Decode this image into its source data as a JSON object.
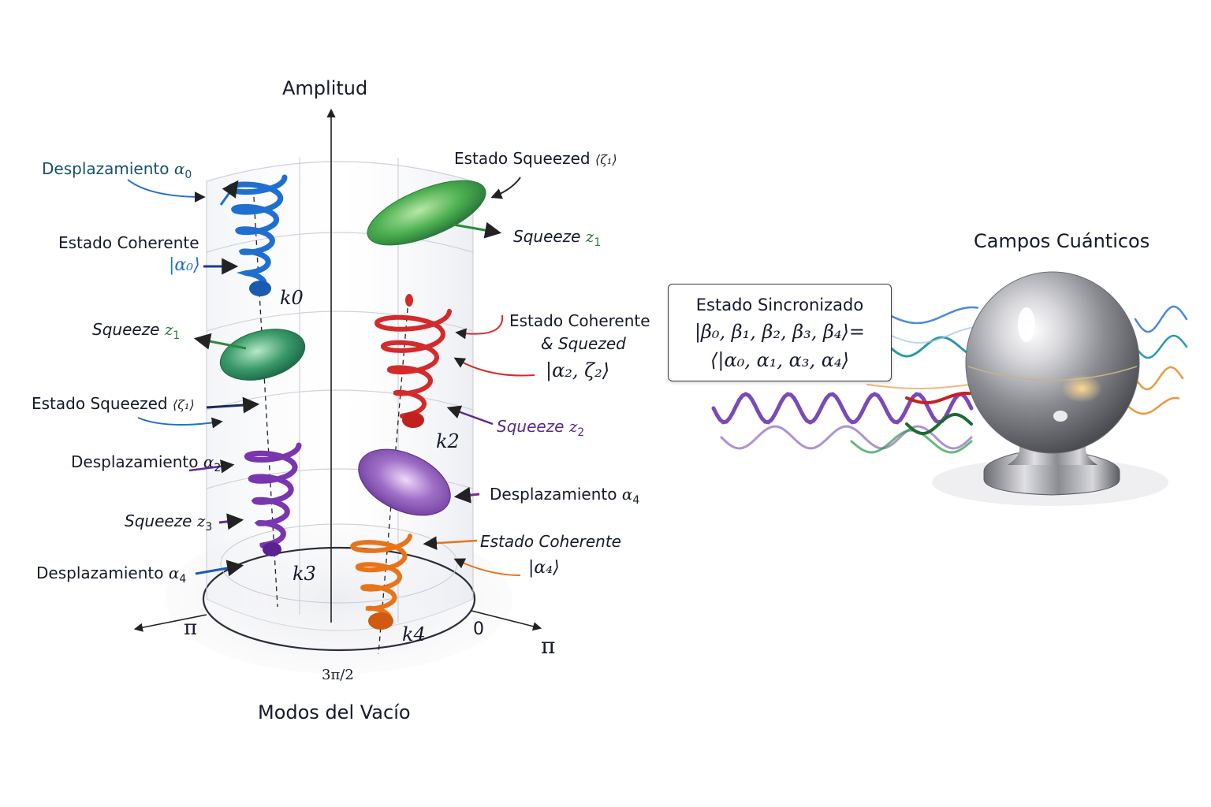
{
  "axes": {
    "vertical_label": "Amplitud",
    "horizontal_label": "Modos del Vacío",
    "left_pi": "π",
    "right_pi": "π",
    "zero": "0",
    "three_pi_half": "3π/2"
  },
  "modes": [
    {
      "id": "k0",
      "label": "k0",
      "shape": "helix",
      "color": "#1f6fd0"
    },
    {
      "id": "k1",
      "label": "",
      "shape": "ellipsoid",
      "color": "#3aa35a"
    },
    {
      "id": "k2",
      "label": "k2",
      "shape": "helix",
      "color": "#d42a2a"
    },
    {
      "id": "k3",
      "label": "k3",
      "shape": "helix",
      "color": "#7a35b0"
    },
    {
      "id": "k4",
      "label": "k4",
      "shape": "helix",
      "color": "#e8741a"
    }
  ],
  "annotations": {
    "desplazamiento_a0": {
      "text": "Desplazamiento",
      "sym": "α",
      "sub": "0",
      "color": "#17506a"
    },
    "coherente_a0": {
      "text": "Estado Coherente",
      "ket": "|α₀⟩",
      "color": "#1f6fd0"
    },
    "squeeze_z1_left": {
      "text": "Squeeze",
      "sym": "z",
      "sub": "1",
      "color": "#2e7d3a"
    },
    "squeezed_left": {
      "text": "Estado Squeezed",
      "ket": "⟨ζ₁⟩"
    },
    "desplazamiento_a2": {
      "text": "Desplazamiento",
      "sym": "α",
      "sub": "2"
    },
    "squeeze_z3": {
      "text": "Squeeze",
      "sym": "z",
      "sub": "3"
    },
    "desplazamiento_a4_left": {
      "text": "Desplazamiento",
      "sym": "α",
      "sub": "4"
    },
    "squeezed_top_right": {
      "text": "Estado Squeezed",
      "ket": "⟨ζ₁⟩"
    },
    "squeeze_z1_right": {
      "text": "Squeeze",
      "sym": "z",
      "sub": "1",
      "color": "#2e7d3a"
    },
    "coherente_squeezed": {
      "line1": "Estado Coherente",
      "line2": "& Squezed",
      "ket": "|α₂, ζ₂⟩"
    },
    "squeeze_z2": {
      "text": "Squeeze",
      "sym": "z",
      "sub": "2",
      "color": "#5a2a8a"
    },
    "desplazamiento_a4_right": {
      "text": "Desplazamiento",
      "sym": "α",
      "sub": "4"
    },
    "coherente_a4": {
      "text": "Estado Coherente",
      "ket": "|α₄⟩"
    }
  },
  "sync_box": {
    "title": "Estado Sincronizado",
    "line2": "|β₀, β₁, β₂, β₃, β₄⟩=",
    "line3": "⟨|α₀, α₁, α₃, α₄⟩"
  },
  "sphere": {
    "title": "Campos Cuánticos",
    "wave_colors": [
      "#4a8ad8",
      "#2a9aa8",
      "#a8c0d8",
      "#e89a40",
      "#c82020",
      "#2a9a4a",
      "#1f6a30",
      "#7a4ab8"
    ]
  }
}
